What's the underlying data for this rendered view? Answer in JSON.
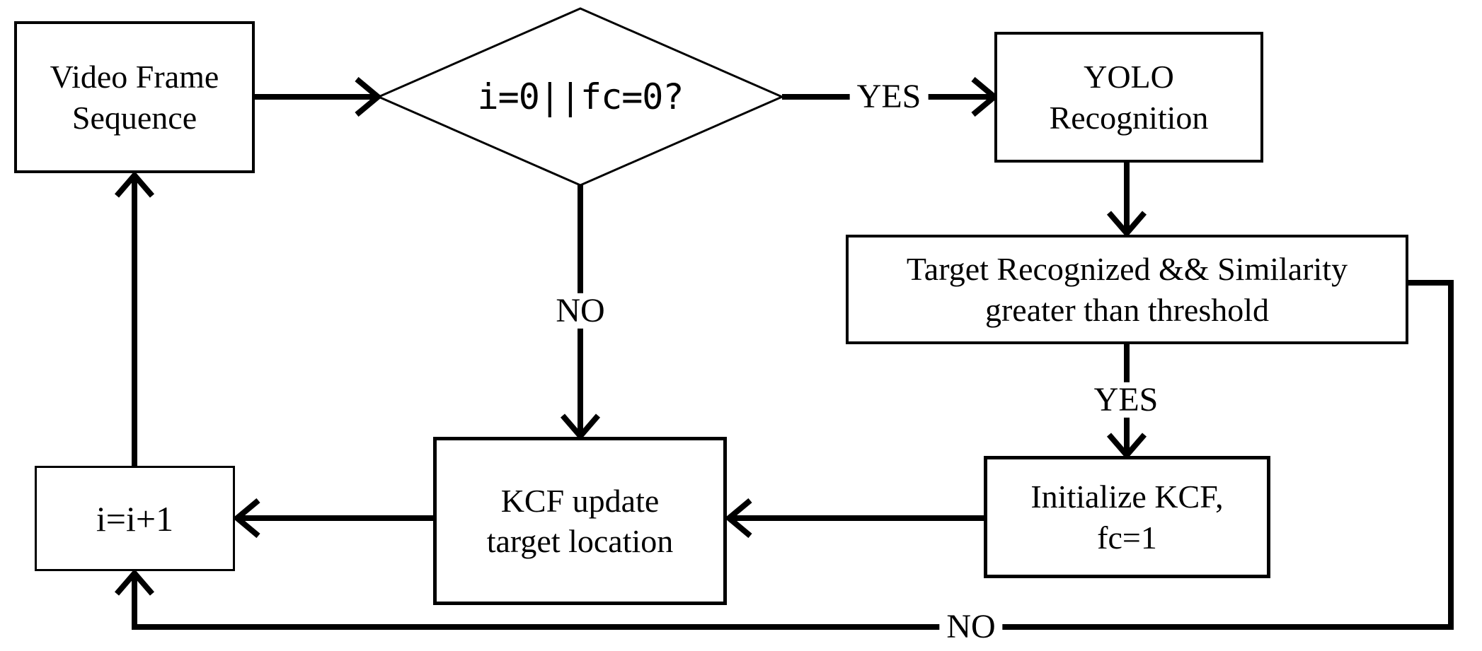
{
  "figure": {
    "type": "flowchart",
    "background_color": "#ffffff",
    "line_color": "#000000",
    "text_color": "#000000"
  },
  "nodes": {
    "video_frame": {
      "shape": "rect",
      "lines": [
        "Video Frame",
        "Sequence"
      ]
    },
    "decision": {
      "shape": "diamond",
      "label": "i=0||fc=0?"
    },
    "yolo": {
      "shape": "rect",
      "lines": [
        "YOLO",
        "Recognition"
      ]
    },
    "target_check": {
      "shape": "rect",
      "lines": [
        "Target Recognized && Similarity",
        "greater than threshold"
      ]
    },
    "init_kcf": {
      "shape": "rect",
      "lines": [
        "Initialize KCF,",
        "fc=1"
      ]
    },
    "kcf_update": {
      "shape": "rect",
      "lines": [
        "KCF update",
        "target location"
      ]
    },
    "increment": {
      "shape": "rect",
      "label": "i=i+1"
    }
  },
  "edge_labels": {
    "yes_top": "YES",
    "yes_mid": "YES",
    "no_mid": "NO",
    "no_bottom": "NO"
  },
  "edges": [
    {
      "from": "video_frame",
      "to": "decision",
      "label": ""
    },
    {
      "from": "decision",
      "to": "yolo",
      "label": "YES"
    },
    {
      "from": "decision",
      "to": "kcf_update",
      "label": "NO"
    },
    {
      "from": "yolo",
      "to": "target_check",
      "label": ""
    },
    {
      "from": "target_check",
      "to": "init_kcf",
      "label": "YES"
    },
    {
      "from": "target_check",
      "to": "increment",
      "label": "NO"
    },
    {
      "from": "init_kcf",
      "to": "kcf_update",
      "label": ""
    },
    {
      "from": "kcf_update",
      "to": "increment",
      "label": ""
    },
    {
      "from": "increment",
      "to": "video_frame",
      "label": ""
    }
  ]
}
